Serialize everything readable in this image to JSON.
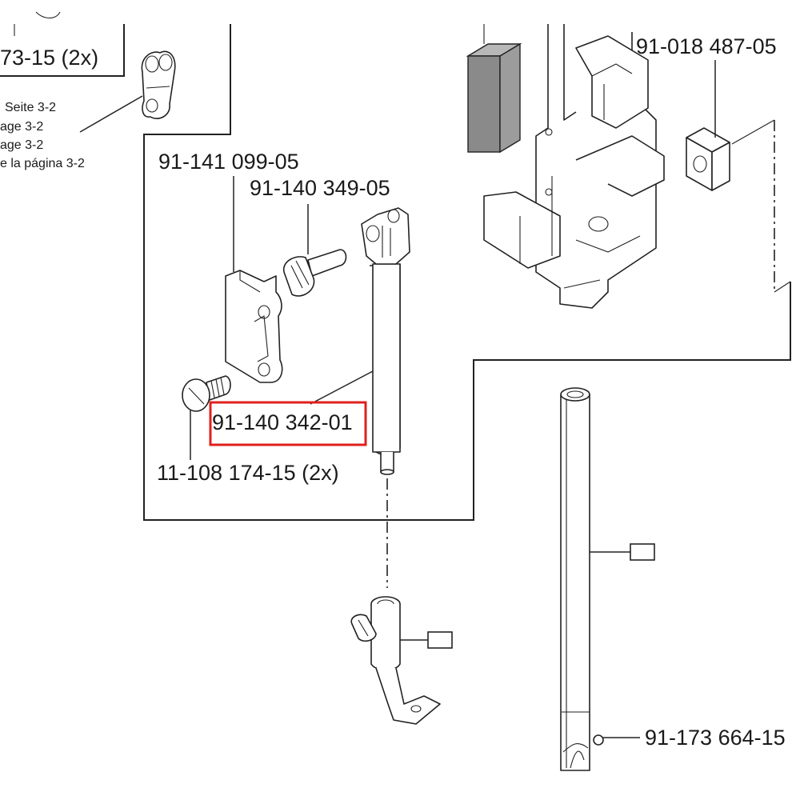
{
  "labels": {
    "part_top_left_fragment": "73-15 (2x)",
    "part_91_018_487_05": "91-018 487-05",
    "part_91_141_099_05": "91-141 099-05",
    "part_91_140_349_05": "91-140 349-05",
    "part_91_140_342_01": "91-140 342-01",
    "part_11_108_174_15": "11-108 174-15 (2x)",
    "part_91_173_664_15": "91-173 664-15"
  },
  "page_references": [
    "Seite 3-2",
    "age 3-2",
    "age 3-2",
    "e la página 3-2"
  ],
  "highlight": {
    "target_label": "91-140 342-01",
    "color": "#e0201c"
  },
  "colors": {
    "line": "#222222",
    "block_fill": "#8a8a8a"
  }
}
